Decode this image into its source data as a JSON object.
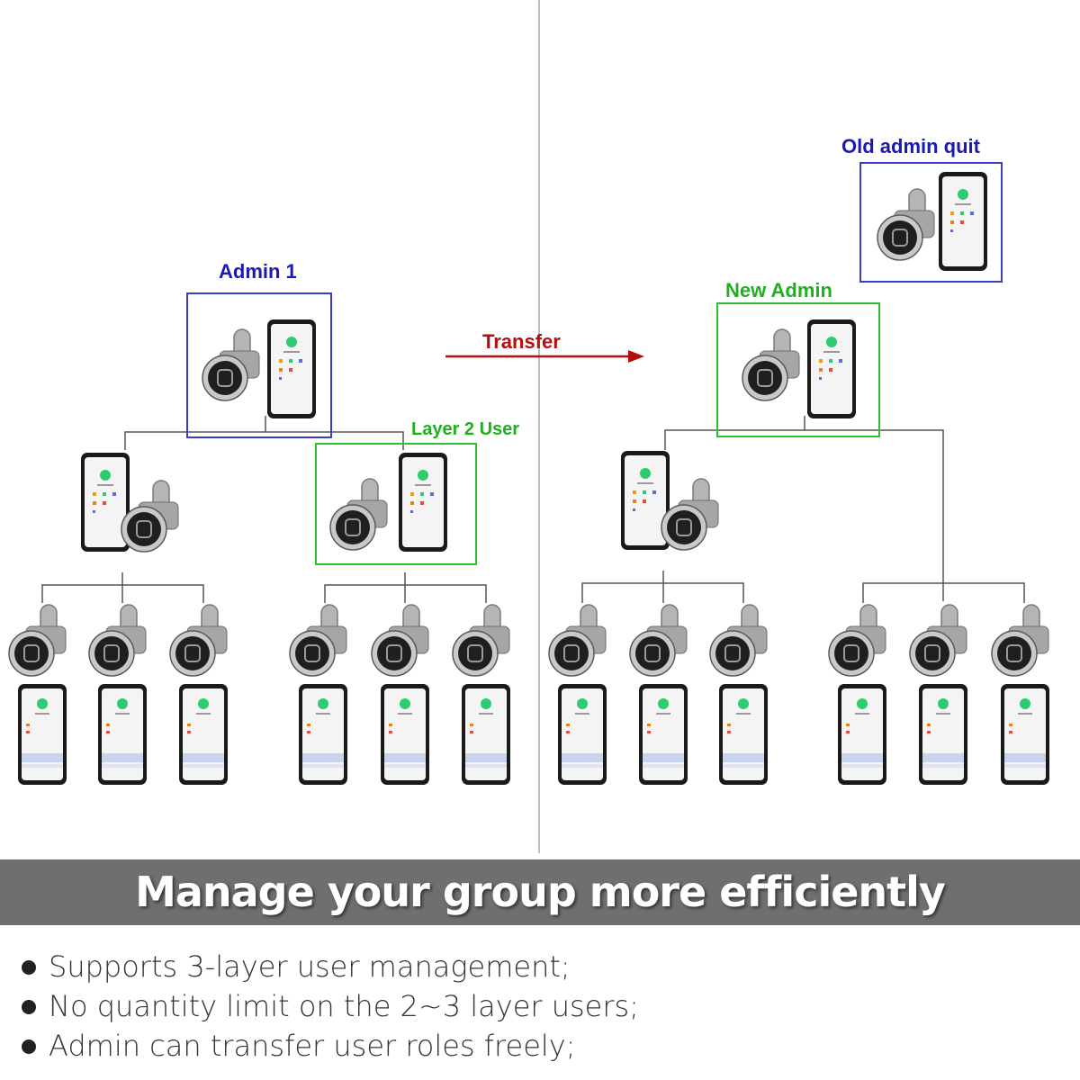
{
  "diagram": {
    "labels": {
      "admin_1": "Admin 1",
      "layer_2_user": "Layer 2 User",
      "transfer": "Transfer",
      "new_admin": "New Admin",
      "old_admin_quit": "Old admin quit"
    },
    "colors": {
      "blue_label": "#1a1ab3",
      "green_label": "#1fb01f",
      "transfer_red": "#b40f0f",
      "banner_gray": "#6f6f6f",
      "app_green": "#2ecc71"
    },
    "icons": [
      "fingerprint-lock-icon",
      "smartphone-icon"
    ]
  },
  "banner": {
    "title": "Manage your group more efficiently"
  },
  "features": [
    "Supports 3-layer user management;",
    "No quantity limit on the 2~3 layer users;",
    "Admin can transfer user roles freely;"
  ]
}
